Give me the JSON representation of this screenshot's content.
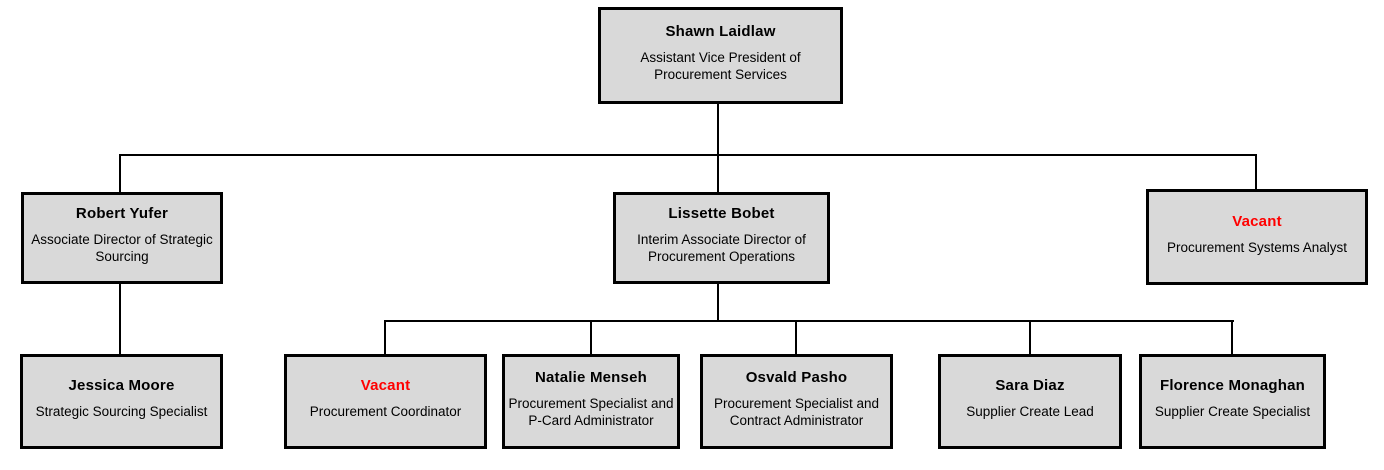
{
  "colors": {
    "background": "#ffffff",
    "box_fill": "#d9d9d9",
    "box_border": "#000000",
    "text": "#000000",
    "vacant": "#ff0000",
    "line": "#000000"
  },
  "org_chart": {
    "type": "org-chart",
    "nodes": [
      {
        "name": "Shawn Laidlaw",
        "title": "Assistant Vice President of Procurement Services",
        "vacant": false,
        "reports_to": null
      },
      {
        "name": "Robert Yufer",
        "title": "Associate Director of Strategic Sourcing",
        "vacant": false,
        "reports_to": "Shawn Laidlaw"
      },
      {
        "name": "Lissette Bobet",
        "title": "Interim Associate Director of Procurement Operations",
        "vacant": false,
        "reports_to": "Shawn Laidlaw"
      },
      {
        "name": "Vacant",
        "title": "Procurement Systems Analyst",
        "vacant": true,
        "reports_to": "Shawn Laidlaw"
      },
      {
        "name": "Jessica Moore",
        "title": "Strategic Sourcing Specialist",
        "vacant": false,
        "reports_to": "Robert Yufer"
      },
      {
        "name": "Vacant",
        "title": "Procurement Coordinator",
        "vacant": true,
        "reports_to": "Lissette Bobet"
      },
      {
        "name": "Natalie Menseh",
        "title": "Procurement Specialist and P-Card Administrator",
        "vacant": false,
        "reports_to": "Lissette Bobet"
      },
      {
        "name": "Osvald Pasho",
        "title": "Procurement Specialist and Contract Administrator",
        "vacant": false,
        "reports_to": "Lissette Bobet"
      },
      {
        "name": "Sara Diaz",
        "title": "Supplier Create Lead",
        "vacant": false,
        "reports_to": "Lissette Bobet"
      },
      {
        "name": "Florence Monaghan",
        "title": "Supplier Create Specialist",
        "vacant": false,
        "reports_to": "Lissette Bobet"
      }
    ]
  }
}
